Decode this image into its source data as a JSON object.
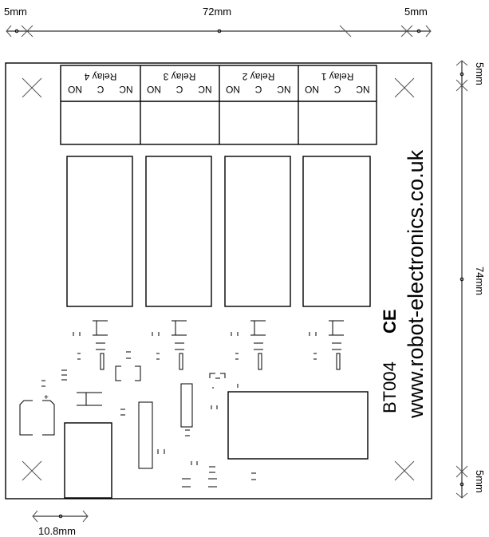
{
  "dimensions": {
    "top_left_margin": "5mm",
    "top_width": "72mm",
    "top_right_margin": "5mm",
    "right_top_margin": "5mm",
    "right_height": "74mm",
    "right_bottom_margin": "5mm",
    "bottom_hole_offset": "10.8mm"
  },
  "board": {
    "model": "BT004",
    "ce_mark": "CE",
    "url": "www.robot-electronics.co.uk",
    "terminals": [
      {
        "name": "Relay 4",
        "pins": [
          "NO",
          "C",
          "NC"
        ]
      },
      {
        "name": "Relay 3",
        "pins": [
          "NO",
          "C",
          "NC"
        ]
      },
      {
        "name": "Relay 2",
        "pins": [
          "NO",
          "C",
          "NC"
        ]
      },
      {
        "name": "Relay 1",
        "pins": [
          "NO",
          "C",
          "NC"
        ]
      }
    ],
    "battery_polarity": "+"
  }
}
